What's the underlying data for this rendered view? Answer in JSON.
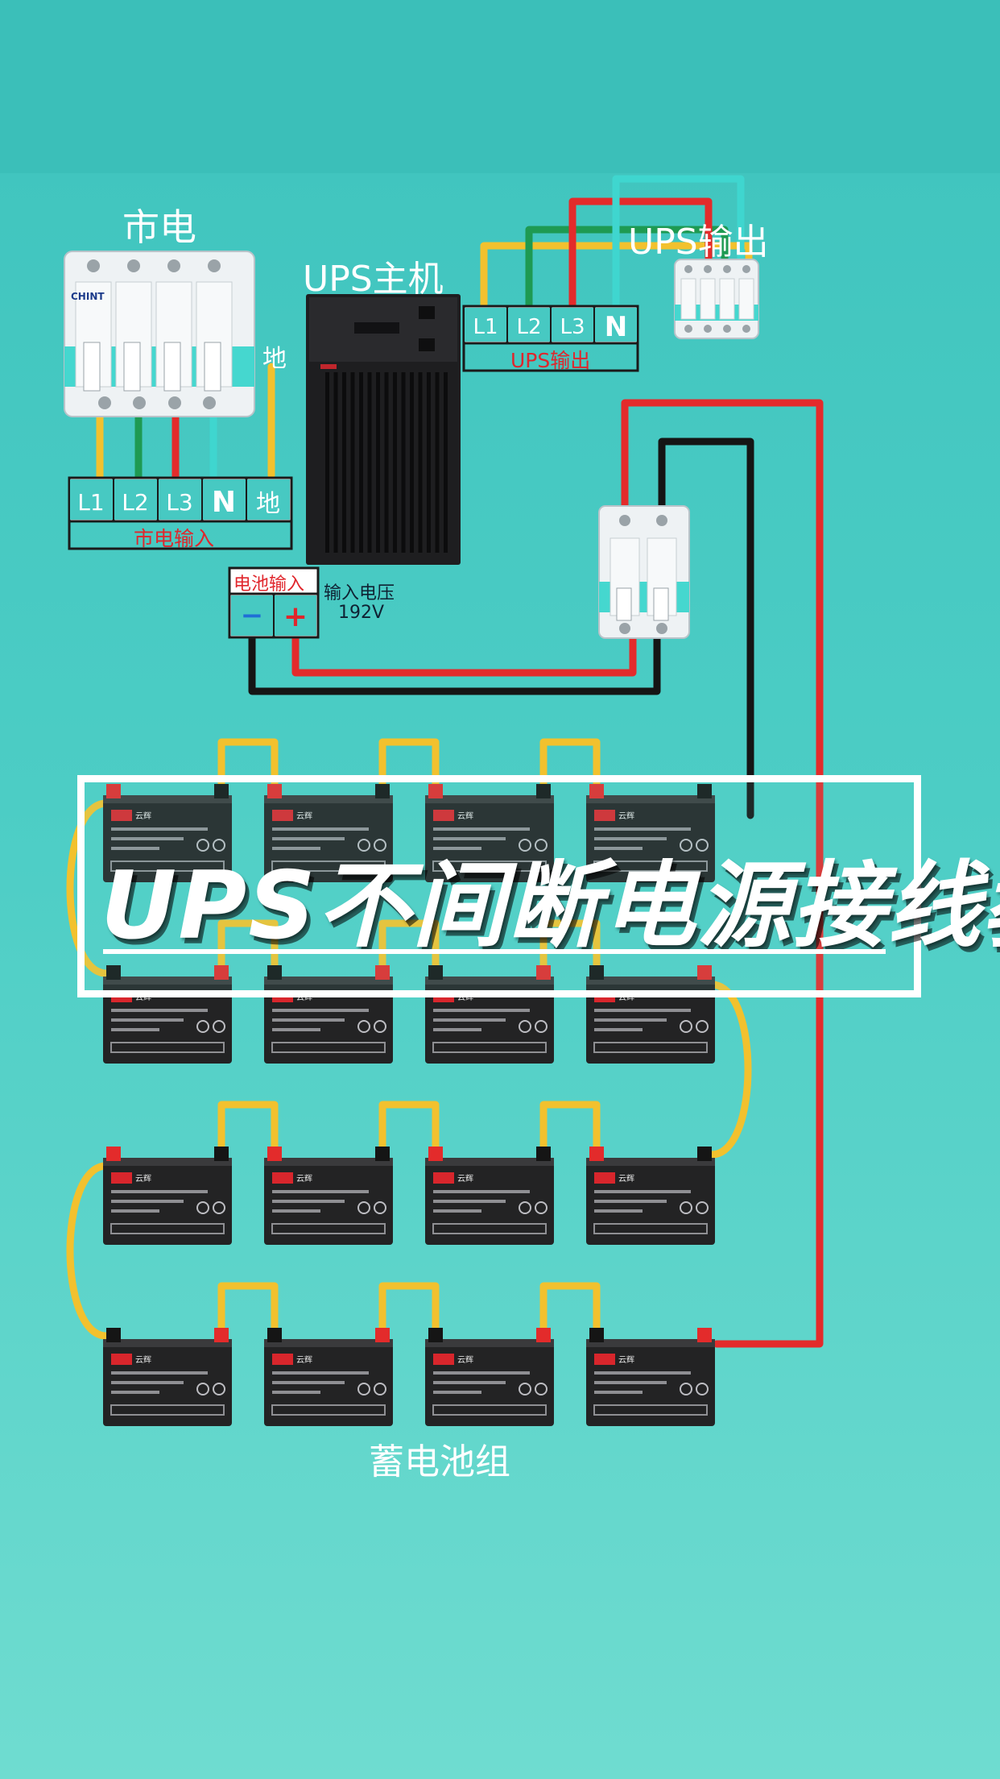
{
  "title": "UPS不间断电源接线教程",
  "labels": {
    "mains": "市电",
    "ups_host": "UPS主机",
    "ups_output_top": "UPS输出",
    "ups_output_strip": "UPS输出",
    "ground_small": "地",
    "mains_input": "市电输入",
    "battery_input": "电池输入",
    "input_voltage": "输入电压",
    "voltage_value": "192V",
    "battery_bank": "蓄电池组"
  },
  "mains_terminals": [
    "L1",
    "L2",
    "L3",
    "N",
    "地"
  ],
  "output_terminals": [
    "L1",
    "L2",
    "L3",
    "N"
  ],
  "battery_terminals": [
    "−",
    "+"
  ],
  "breaker_brand": "CHINT",
  "battery_brand": "云辉",
  "wire_colors": {
    "L1": "#f2c12e",
    "L2": "#1e9a52",
    "L3": "#e32b2b",
    "N": "#3fd6cf",
    "ground": "#f2c12e",
    "negative": "#151515",
    "positive": "#e32b2b",
    "battery_link": "#f2c12e"
  },
  "battery_rows": 4,
  "batteries_per_row": 4
}
